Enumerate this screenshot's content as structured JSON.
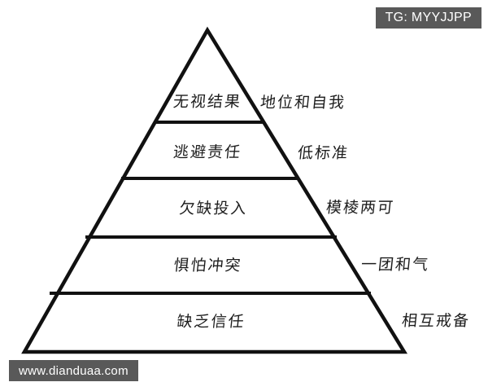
{
  "watermarks": {
    "telegram_tag": "TG: MYYJJPP",
    "website": "www.dianduaa.com"
  },
  "colors": {
    "stroke": "#111111",
    "background": "#ffffff",
    "text": "#1d1d1d",
    "chip_background": "#595959",
    "chip_text": "#ffffff"
  },
  "diagram": {
    "type": "pyramid",
    "levels": [
      {
        "index": 1,
        "inner_label": "无视结果",
        "outer_label": "地位和自我"
      },
      {
        "index": 2,
        "inner_label": "逃避责任",
        "outer_label": "低标准"
      },
      {
        "index": 3,
        "inner_label": "欠缺投入",
        "outer_label": "模棱两可"
      },
      {
        "index": 4,
        "inner_label": "惧怕冲突",
        "outer_label": "一团和气"
      },
      {
        "index": 5,
        "inner_label": "缺乏信任",
        "outer_label": "相互戒备"
      }
    ]
  }
}
